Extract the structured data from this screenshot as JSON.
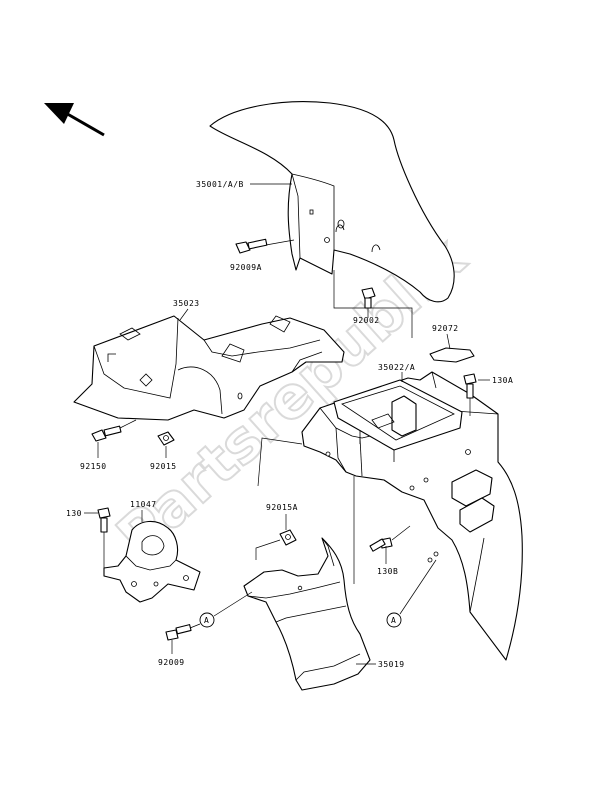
{
  "diagram": {
    "parts": [
      {
        "id": "fender-front",
        "label": "35001/A/B"
      },
      {
        "id": "bolt-92009a",
        "label": "92009A"
      },
      {
        "id": "bolt-92002",
        "label": "92002"
      },
      {
        "id": "band-92072",
        "label": "92072"
      },
      {
        "id": "undertray-35023",
        "label": "35023"
      },
      {
        "id": "fender-rear",
        "label": "35022/A"
      },
      {
        "id": "bolt-130a",
        "label": "130A"
      },
      {
        "id": "bolt-92150",
        "label": "92150"
      },
      {
        "id": "nut-92015",
        "label": "92015"
      },
      {
        "id": "bolt-130",
        "label": "130"
      },
      {
        "id": "bracket-11047",
        "label": "11047"
      },
      {
        "id": "nut-92015a",
        "label": "92015A"
      },
      {
        "id": "bolt-130b",
        "label": "130B"
      },
      {
        "id": "bolt-92009",
        "label": "92009"
      },
      {
        "id": "flap-35019",
        "label": "35019"
      }
    ],
    "callouts": [
      "A",
      "A"
    ],
    "watermark": "Partsrepublik",
    "direction_arrow": "front-arrow-icon"
  }
}
